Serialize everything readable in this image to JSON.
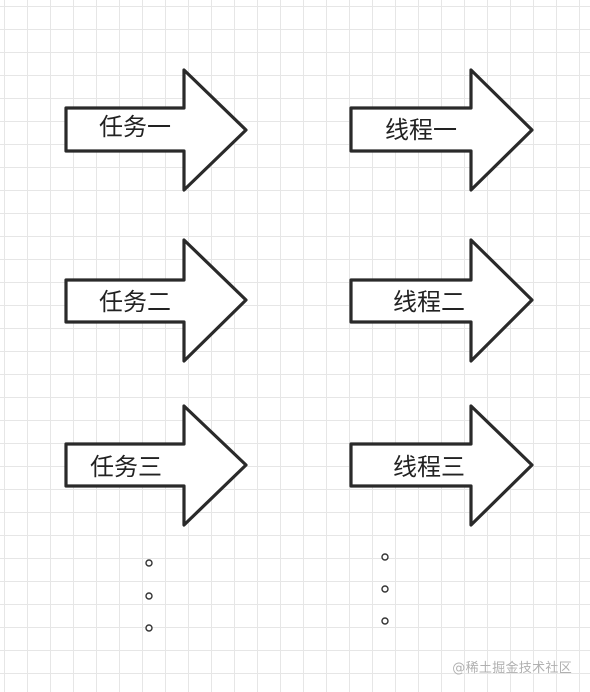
{
  "diagram": {
    "tasks": [
      {
        "label": "任务一"
      },
      {
        "label": "任务二"
      },
      {
        "label": "任务三"
      }
    ],
    "threads": [
      {
        "label": "线程一"
      },
      {
        "label": "线程二"
      },
      {
        "label": "线程三"
      }
    ],
    "task_ellipsis_count": 3,
    "thread_ellipsis_count": 3
  },
  "watermark": "@稀土掘金技术社区"
}
